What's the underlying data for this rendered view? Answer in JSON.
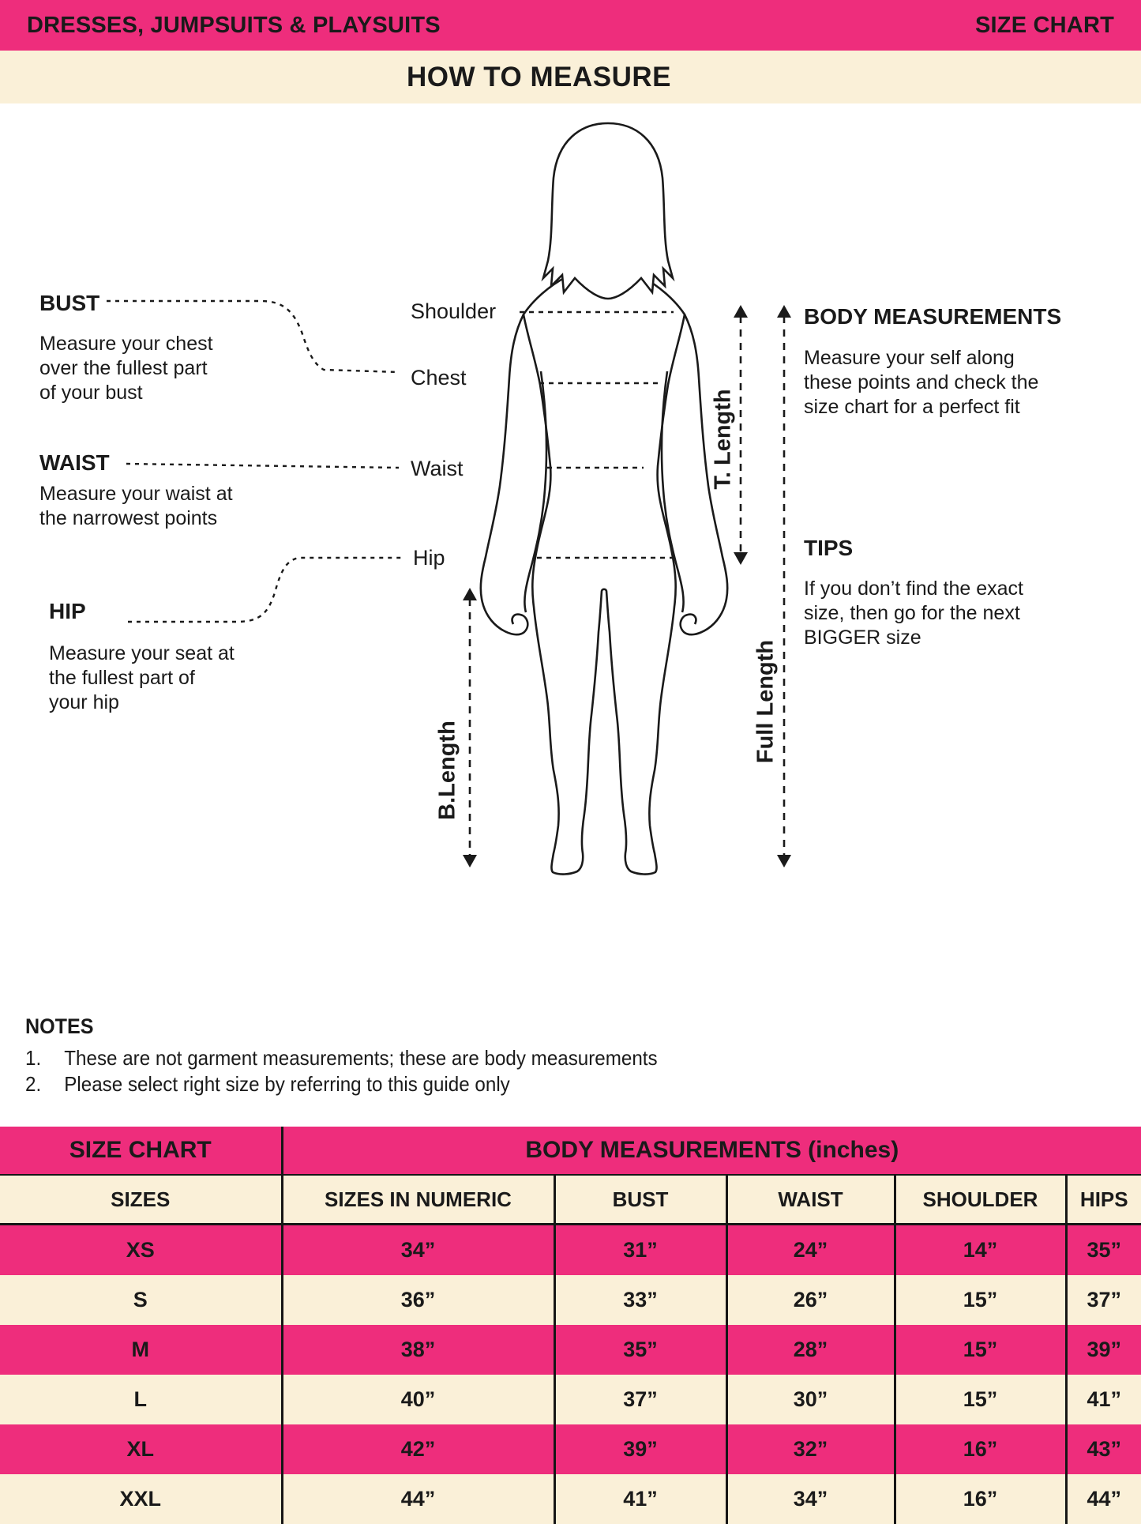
{
  "header": {
    "left": "DRESSES, JUMPSUITS & PLAYSUITS",
    "right": "SIZE CHART"
  },
  "section_title": "HOW TO MEASURE",
  "diagram": {
    "bust": {
      "title": "BUST",
      "desc": "Measure your chest\nover the fullest part\nof your bust"
    },
    "waist": {
      "title": "WAIST",
      "desc": "Measure your waist at\nthe narrowest points"
    },
    "hip": {
      "title": "HIP",
      "desc": "Measure your seat at\nthe fullest part of\nyour hip"
    },
    "body_measurements": {
      "title": "BODY MEASUREMENTS",
      "desc": "Measure your self along\nthese points and check the\nsize chart for a perfect fit"
    },
    "tips": {
      "title": "TIPS",
      "desc": "If you don’t find the exact\nsize, then go for the next\nBIGGER size"
    },
    "figure_labels": {
      "shoulder": "Shoulder",
      "chest": "Chest",
      "waist": "Waist",
      "hip": "Hip"
    },
    "length_labels": {
      "t_length": "T. Length",
      "b_length": "B.Length",
      "full_length": "Full Length"
    }
  },
  "notes": {
    "title": "NOTES",
    "items": [
      {
        "num": "1.",
        "text": "These are not garment measurements; these are body measurements"
      },
      {
        "num": "2.",
        "text": "Please select right size by referring to this guide only"
      }
    ]
  },
  "table": {
    "title_left": "SIZE CHART",
    "title_right": "BODY MEASUREMENTS (inches)",
    "columns": [
      "SIZES",
      "SIZES IN NUMERIC",
      "BUST",
      "WAIST",
      "SHOULDER",
      "HIPS"
    ],
    "rows": [
      [
        "XS",
        "34”",
        "31”",
        "24”",
        "14”",
        "35”"
      ],
      [
        "S",
        "36”",
        "33”",
        "26”",
        "15”",
        "37”"
      ],
      [
        "M",
        "38”",
        "35”",
        "28”",
        "15”",
        "39”"
      ],
      [
        "L",
        "40”",
        "37”",
        "30”",
        "15”",
        "41”"
      ],
      [
        "XL",
        "42”",
        "39”",
        "32”",
        "16”",
        "43”"
      ],
      [
        "XXL",
        "44”",
        "41”",
        "34”",
        "16”",
        "44”"
      ]
    ]
  },
  "colors": {
    "pink": "#EE2D7C",
    "cream": "#FAF0D8",
    "ink": "#1a1a1a"
  }
}
